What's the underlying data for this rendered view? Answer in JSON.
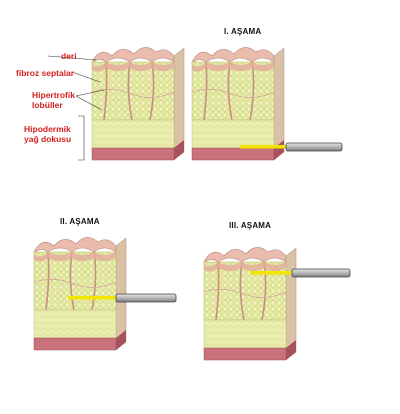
{
  "labels": {
    "deri": "deri",
    "fibroz": "fibroz septalar",
    "hipertrofik_1": "Hipertrofik",
    "hipertrofik_2": "lobüller",
    "hipodermik_1": "Hipodermik",
    "hipodermik_2": "yağ dokusu"
  },
  "stages": {
    "stage1": "I. AŞAMA",
    "stage2": "II. AŞAMA",
    "stage3": "III. AŞAMA"
  },
  "colors": {
    "label_red": "#d42020",
    "probe_beam": "#f2e600",
    "probe_body": "#b9b9b9",
    "skin": "#e6b6a7",
    "fat": "#e7ecaa",
    "dermis": "#c46a74"
  }
}
